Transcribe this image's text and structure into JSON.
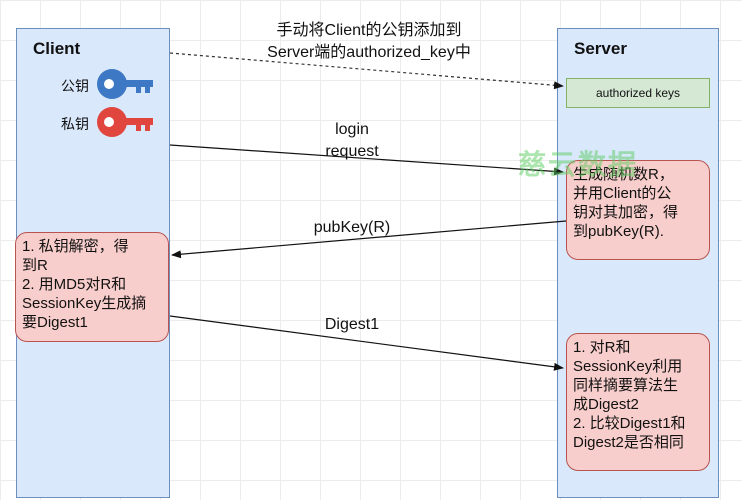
{
  "client": {
    "title": "Client",
    "public_key_label": "公钥",
    "private_key_label": "私钥",
    "box_text": "1. 私钥解密，得\n到R\n2. 用MD5对R和\nSessionKey生成摘\n要Digest1"
  },
  "server": {
    "title": "Server",
    "authorized_keys_label": "authorized keys",
    "box1_text": "生成随机数R，\n并用Client的公\n钥对其加密，得\n到pubKey(R).",
    "box2_text": "1. 对R和\nSessionKey利用\n同样摘要算法生\n成Digest2\n2. 比较Digest1和\nDigest2是否相同"
  },
  "messages": {
    "add_key": "手动将Client的公钥添加到\nServer端的authorized_key中",
    "login_request": "login\nrequest",
    "pubkey": "pubKey(R)",
    "digest": "Digest1"
  },
  "watermark": "慈云数据",
  "colors": {
    "lane_fill": "#dae8fc",
    "lane_border": "#6c8ebf",
    "box_fill": "#f8cecc",
    "box_border": "#b85450",
    "auth_fill": "#d5e8d4",
    "auth_border": "#82b366",
    "public_key": "#3c78c3",
    "private_key": "#e0453e"
  },
  "icons": {
    "public_key": "key-icon",
    "private_key": "key-icon"
  }
}
